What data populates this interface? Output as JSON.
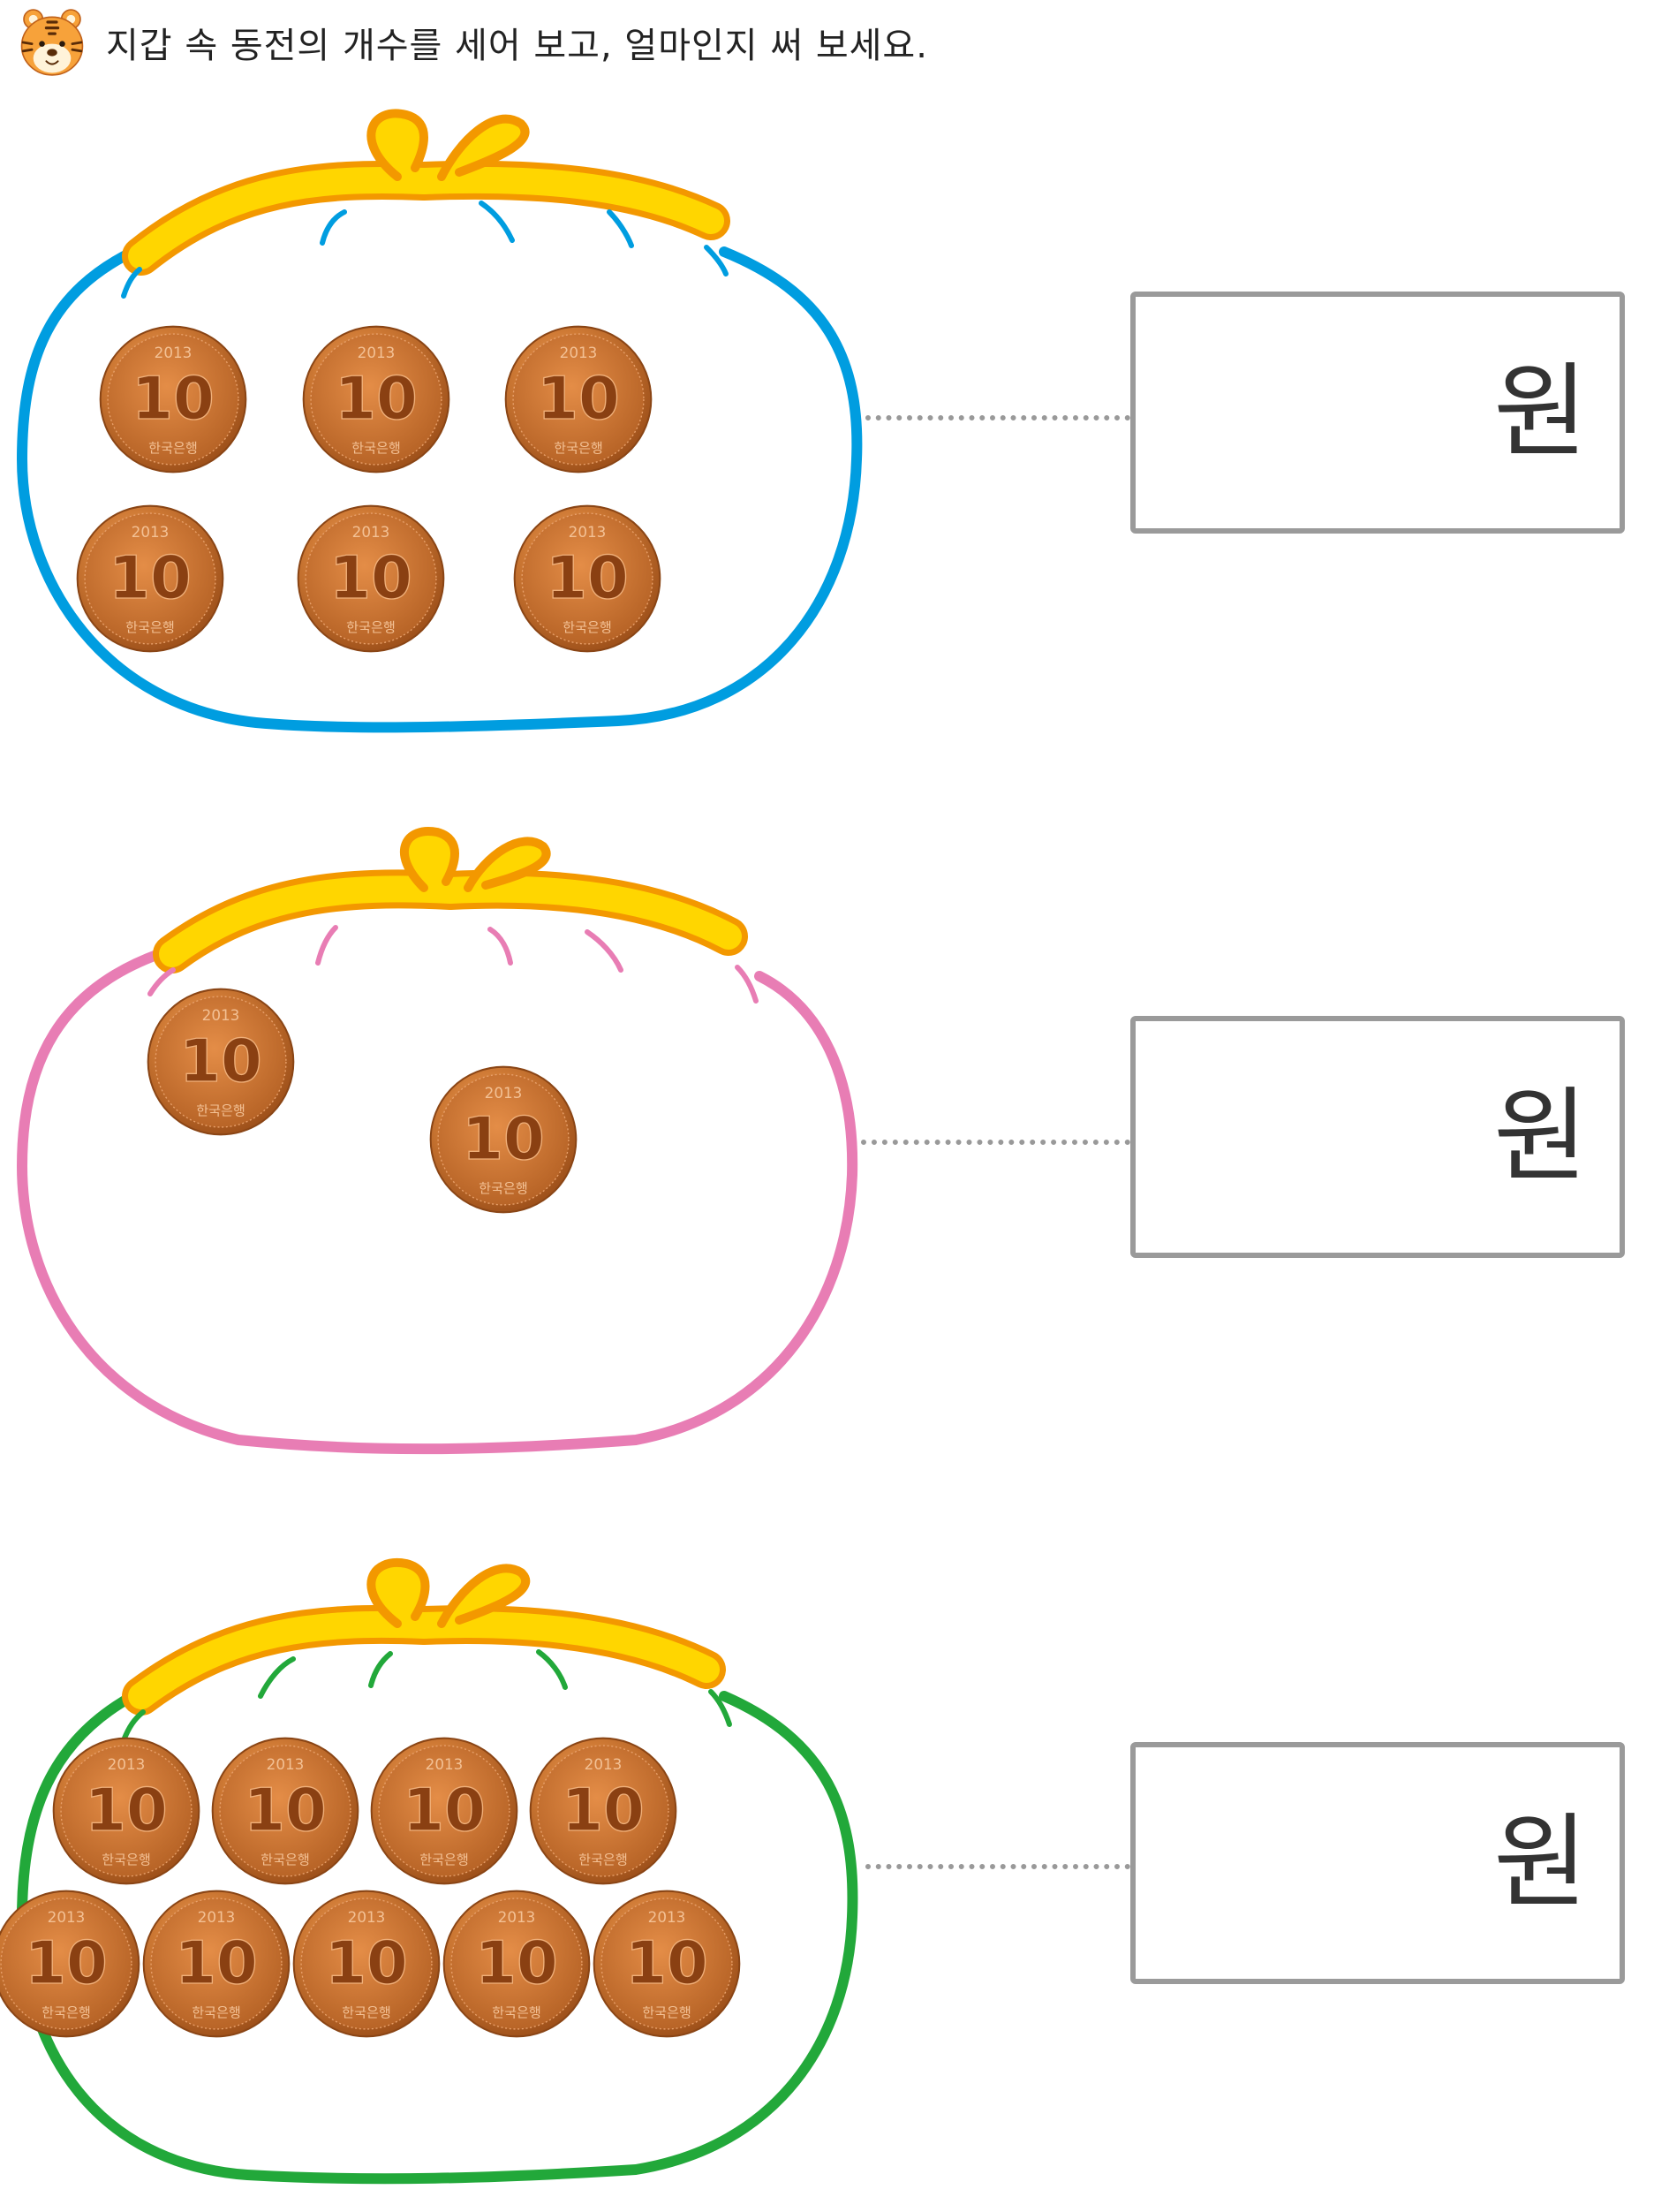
{
  "header": {
    "instruction": "지갑 속 동전의 개수를 세어 보고, 얼마인지 써 보세요.",
    "icon": "tiger-face-icon"
  },
  "colors": {
    "clasp": "#ffd600",
    "clasp_outline": "#f39800",
    "coin": "#c06a28",
    "answer_border": "#9a9a9a"
  },
  "coin": {
    "year": "2013",
    "value": "10",
    "bank": "한국은행"
  },
  "wallets": [
    {
      "color": "#009de0",
      "coin_count": 6,
      "unit": "원",
      "answer": ""
    },
    {
      "color": "#e87db4",
      "coin_count": 2,
      "unit": "원",
      "answer": ""
    },
    {
      "color": "#22a83a",
      "coin_count": 9,
      "unit": "원",
      "answer": ""
    }
  ]
}
